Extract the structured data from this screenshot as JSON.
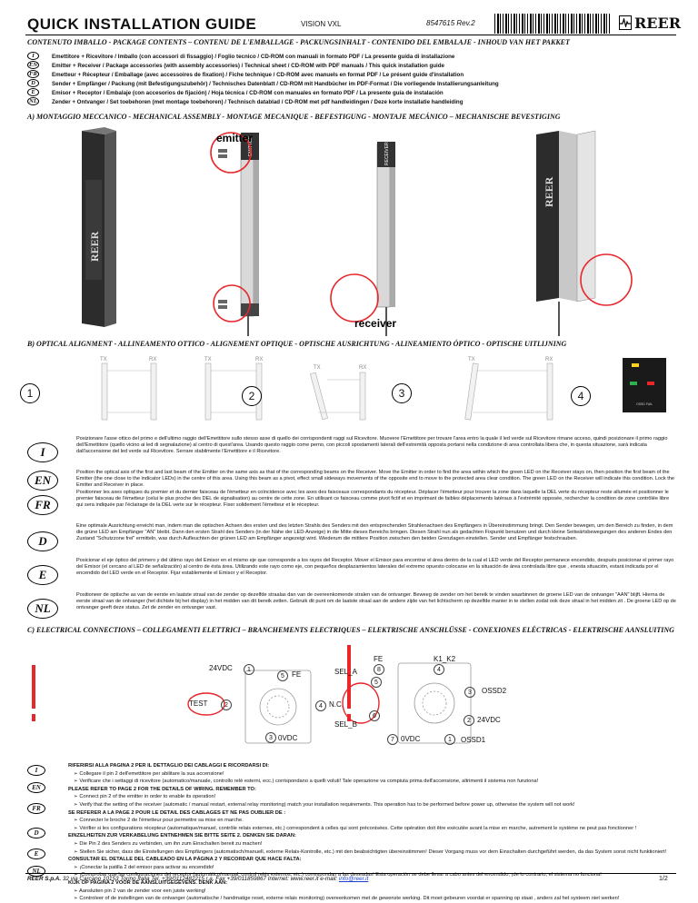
{
  "header": {
    "title": "QUICK INSTALLATION GUIDE",
    "subtitle": "VISION VXL",
    "code": "8547615 Rev.2",
    "brand": "REER"
  },
  "sections": {
    "contents_title": "CONTENUTO IMBALLO - PACKAGE CONTENTS – CONTENU DE L'EMBALLAGE - PACKUNGSINHALT - CONTENIDO DEL EMBALAJE - INHOUD VAN HET PAKKET",
    "a_title": "A) MONTAGGIO MECCANICO - MECHANICAL ASSEMBLY - MONTAGE MECANIQUE - BEFESTIGUNG - MONTAJE MECÁNICO – MECHANISCHE BEVESTIGING",
    "b_title": "B) OPTICAL ALIGNMENT - ALLINEAMENTO OTTICO - ALIGNEMENT OPTIQUE - OPTISCHE AUSRICHTUNG - ALINEAMIENTO ÓPTICO - OPTISCHE UITLIJNING",
    "c_title": "C) ELECTRICAL CONNECTIONS – COLLEGAMENTI ELETTRICI – BRANCHEMENTS ELECTRIQUES – ELEKTRISCHE ANSCHLÜSSE - CONEXIONES ELÉCTRICAS - ELEKTRISCHE AANSLUITING"
  },
  "contents": [
    {
      "lang": "I",
      "text": "Emettitore + Ricevitore / Imballo (con accessori di fissaggio) / Foglio tecnico / CD-ROM con manuali in formato PDF / La presente guida di installazione"
    },
    {
      "lang": "EN",
      "text": "Emitter + Receiver / Package accessories (with assembly accessories) / Technical sheet / CD-ROM with PDF manuals / This quick installation guide"
    },
    {
      "lang": "FR",
      "text": "Emetteur + Récepteur / Emballage (avec accessoires de fixation) / Fiche technique / CD-ROM avec manuels en format PDF / Le présent guide d'installation"
    },
    {
      "lang": "D",
      "text": "Sender + Empfänger / Packung (mit Befestigungszubehör) / Technisches Datenblatt / CD-ROM mit Handbücher im PDF-Format / Die vorliegende Installierungsanleitung"
    },
    {
      "lang": "E",
      "text": "Emisor + Receptor / Embalaje (con accesorios de fijación) / Hoja técnica / CD-ROM con manuales en formato PDF / La presente guía de instalación"
    },
    {
      "lang": "NL",
      "text": "Zender + Ontvanger / Set toebehoren (met montage toebehoren) / Technisch datablad / CD-ROM met pdf handleidingen / Deze korte installatie handleiding"
    }
  ],
  "assembly": {
    "emitter_label": "emitter",
    "receiver_label": "receiver",
    "emitter_body": "EMITTER",
    "receiver_body": "RECEIVER",
    "logo": "REER"
  },
  "alignment_fig": {
    "steps": [
      "1",
      "2",
      "3",
      "4"
    ],
    "tx": "TX",
    "rx": "RX",
    "ossd_label": "OSSD FAIL"
  },
  "alignment": [
    {
      "lang": "I",
      "text": "Posizionare l'asse ottico del primo e dell'ultimo raggio dell'Emettitore sullo stesso asse di quello dei corrispondenti raggi sul Ricevitore. Muovere l'Emettitore per trovare l'area entro la quale il led verde sul Ricevitore rimane acceso, quindi posizionare il primo raggio dell'Emettitore (quello vicino ai led di segnalazione) al centro di quest'area. Usando questo raggio come perno, con piccoli spostamenti laterali dell'estremità opposta portarsi nella condizione di area controllata libera che, in questa situazione, sarà indicata dall'accensione del led verde sul Ricevitore. Serrare stabilmente l'Emettitore e il Ricevitore."
    },
    {
      "lang": "EN",
      "text": "Position the optical axis of the first and last beam of the Emitter on the same axis as that of the corresponding beams on the Receiver. Move the Emitter in order to find the area within which the green LED on the Receiver stays on, then position the first beam of the Emitter (the one close to the indicator LEDs) in the centre of this area. Using this beam as a pivot, effect small sideways movements of the opposite end to move to the protected area clear condition. The green LED on the Receiver will indicate this condition. Lock the Emitter and Receiver in place."
    },
    {
      "lang": "FR",
      "text": "Positionner les axes optiques du premier et du dernier faisceau de l'émetteur en coïncidence avec les axes des faisceaux correspondants du récepteur. Déplacer l'émetteur pour trouver la zone dans laquelle la DEL verte du récepteur reste allumée et positionner le premier faisceau de l'émetteur (celui le plus proche des DEL de signalisation) au centre de cette zone. En utilisant ce faisceau comme pivot fictif et en imprimant de faibles déplacements latéraux à l'extrémité opposée, rechercher la condition de zone contrôlée libre qui sera indiquée par l'éclairage de la DEL verte sur le récepteur. Fixer solidement l'émetteur et le récepteur."
    },
    {
      "lang": "D",
      "text": "Eine optimale Ausrichtung erreicht man, indem man die optischen Achsen des ersten und des letzten Strahls des Senders mit den entsprechenden Strahlenachsen des Empfängers in Übereinstimmung bringt. Den Sender bewegen, um den Bereich zu finden, in dem die grüne LED am Empfänger \"AN\" bleibt. Dann den ersten Strahl des Senders (in der Nähe der LED-Anzeige) in die Mitte dieses Bereichs bringen. Diesen Strahl nun als gedachten Fixpunkt benutzen und durch kleine Seitwärtsbewegungen des anderen Endes den Zustand \"Schutzzone frei\" ermitteln, was durch Aufleuchten der grünen LED am Empfänger angezeigt wird. Wiederum die mittlere Position zwischen den beiden Grenzlagen einstellen.  Sender und Empfänger festschrauben."
    },
    {
      "lang": "E",
      "text": "Posicionar el eje óptico del primero y del último rayo del Emisor en el mismo eje que corresponde a los rayos del Receptor. Mover el Emisor para encontrar el área dentro de la cual el LED verde del Receptor permanece encendido, después posicionar el primer rayo del Emisor (el cercano al LED de señalización) al centro de ésta área. Utilizando este rayo como eje, con pequeños desplazamientos laterales del extremo opuesto colocarse en la situación de área controlada libre que , enesta situación, estará indicada por el encendido del LED verde en el Receptor. Fijar establemente el Emisor y el Receptor."
    },
    {
      "lang": "NL",
      "text": "Positioneer de optische as van de eerste en laatste straal van de zender op dezelfde straalas dan van de overeenkomende stralen van de ontvanger. Beweeg de zender om het bereik te vinden waarbinnen de groene LED van de ontvanger \"AAN\" blijft. Hierna de eerste straal van de ontvanger (het dichtste bij het display) in het midden van dit bereik zetten. Gebruik dit punt om de laatste straal aan de andere zijde van het lichtscherm op dezelfde manier in te stellen zodat ook deze straal in het midden zit . De groene LED op de ontvanger geeft deze status. Zet de zender en ontvanger vast."
    }
  ],
  "connections": {
    "emitter_pins": {
      "p1": "24VDC",
      "p5": "FE",
      "test": "TEST",
      "p4": "N.C.",
      "p3": "0VDC"
    },
    "receiver_pins": {
      "fe": "FE",
      "k1k2": "K1_K2",
      "sel_a": "SEL_A",
      "ossd2": "OSSD2",
      "v24": "24VDC",
      "sel_b": "SEL_B",
      "v0": "0VDC",
      "ossd1": "OSSD1"
    },
    "nums": {
      "n1": "1",
      "n2": "2",
      "n3": "3",
      "n4": "4",
      "n5": "5",
      "n6": "6",
      "n7": "7",
      "n8": "8"
    }
  },
  "wiring": [
    {
      "lang": "I",
      "heading": "RIFERIRSI ALLA PAGINA 2 PER IL DETTAGLIO DEI CABLAGGI E RICORDARSI DI:",
      "bullets": [
        "Collegare il pin 2 dell'emettitore per abilitare la sua accensione!",
        "Verificare che i settaggi di ricevitore (automatico/manuale, controllo relè esterni, ecc.) corrispondano a quelli voluti! Tale operazione va compiuta prima dell'accensione, altrimenti il sistema non funziona!"
      ]
    },
    {
      "lang": "EN",
      "heading": "PLEASE REFER TO PAGE 2 FOR THE DETAILS OF WIRING. REMEMBER TO:",
      "bullets": [
        "Connect pin 2 of the emitter in order to enable its operation!",
        "Verify that the setting of the receiver (automatic / manual restart, external relay monitoring) match your installation requirements. This operation has to be performed before power up, otherwise the system will not work!"
      ]
    },
    {
      "lang": "FR",
      "heading": "SE REFERER A LA PAGE 2  POUR LE DETAIL DES CABLAGES ET NE PAS OUBLIER DE :",
      "bullets": [
        "Connecter le broche 2 de l'émetteur pour permettre sa mise en marche.",
        "Vérifier si les configurations récepteur (automatique/manuel, contrôle relais externes, etc.) correspondent à celles qui sont préconisées. Cette opération doit être exécutée avant la mise en marche, autrement le système ne peut pas fonctionner !"
      ]
    },
    {
      "lang": "D",
      "heading": "EINZELHEITEN ZUR VERKABELUNG ENTNEHMEN SIE BITTE SEITE 2. DENKEN SIE DARAN:",
      "bullets": [
        "Die Pin 2 des Senders zu verbinden, um ihn zum Einschalten bereit zu machen!",
        "Stellen Sie sicher, dass die Einstellungen des Empfängers (automatisch/manuell, externe Relais-Kontrolle, etc.) mit den beabsichtigten übereinstimmen! Dieser Vorgang muss vor dem  Einschalten durchgeführt werden, da das System sonst nicht funktioniert!"
      ]
    },
    {
      "lang": "E",
      "heading": "CONSULTAR EL DETALLE DEL CABLEADO EN LA PÁGINA 2 Y RECORDAR QUE HACE FALTA:",
      "bullets": [
        "¡Conectar la patilla 2 del emisor para activar su encendido!",
        "¡Comprobar que las configuraciones del receptor (automático/manual, control relés externos, etc.) correspondan a las deseadas! Esta operación se debe llevar a cabo antes del encendido; ¡de lo contrario, el sistema no funciona!"
      ]
    },
    {
      "lang": "NL",
      "heading": "KIJK OP PAGINA 2 VOOR DE AANSLUITGEGEVENS. DENK AAN:",
      "bullets": [
        "Aansluiten pin 2 van de zender voor een juiste werking!",
        "Controleer of de instellingen van de ontvanger (automatische / handmatige reset, externe relais monitoring) overeenkomen met de gewenste werking. Dit moet gebeuren voordat er spanning op staat , anders zal het systeem niet werken!"
      ]
    }
  ],
  "footer": {
    "company": "REER S.p.A.",
    "address": " 32 via Carcano 10153 Torino Italia Tel. +39/0112482215 r.a. Fax +39/011859867 Internet: www.reer.it e-mail: ",
    "email": "info@reer.it",
    "page": "1/2"
  },
  "colors": {
    "red_marker": "#e8262b",
    "green_led": "#2bb24c",
    "profile": "#3a3a3a"
  }
}
